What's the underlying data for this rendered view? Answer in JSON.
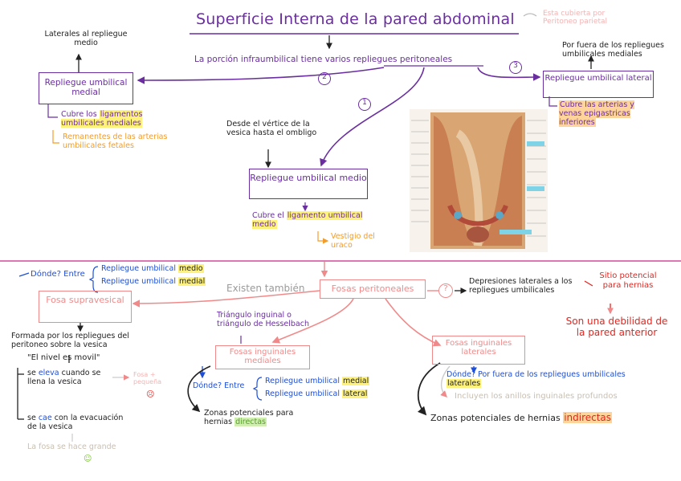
{
  "title": "Superficie Interna de la pared abdominal",
  "title_note": "Esta cubierta por Peritoneo parietal",
  "intro": "La porción infraumbilical tiene varios repliegues peritoneales",
  "markers": {
    "one": "1",
    "two": "2",
    "three": "3",
    "question": "?"
  },
  "medial_top_note": "Laterales al repliegue medio",
  "medial_fold": {
    "title": "Repliegue umbilical medial",
    "covers_prefix": "Cubre los",
    "covers_hl": "ligamentos umbilicales mediales",
    "remnant": "Remanentes de las arterias umbilicales fetales"
  },
  "median_fold": {
    "note": "Desde el vértice de la vesica hasta el ombligo",
    "title": "Repliegue umbilical medio",
    "covers_prefix": "Cubre el",
    "covers_hl": "ligamento umbilical medio",
    "remnant": "Vestigio del uraco"
  },
  "lateral_fold": {
    "top_note": "Por fuera de los repliegues umbilicales mediales",
    "title": "Repliegue umbilical lateral",
    "covers": "Cubre las arterias y venas epigastricas inferiores"
  },
  "fossae": {
    "exist": "Existen también",
    "title": "Fosas peritoneales",
    "definition": "Depresiones laterales a los repliegues umbilicales",
    "hernia_site": "Sitio potencial para hernias",
    "weakness": "Son una debilidad de la pared anterior"
  },
  "supravesical": {
    "title": "Fosa supravesical",
    "where": "Dónde? Entre",
    "between_1": "Repliegue umbilical",
    "between_1_tag": "medio",
    "between_2": "Repliegue umbilical",
    "between_2_tag": "medial",
    "formed": "Formada por los repliegues del peritoneo sobre la vesica",
    "mobile": "\"El nivel es movil\"",
    "rises_prefix": "se",
    "rises": "eleva",
    "rises_rest": "cuando se llena la vesica",
    "small": "Fosa + pequeña",
    "falls_prefix": "se",
    "falls": "cae",
    "falls_rest": "con la evacuación de la vesica",
    "big": "La fosa se hace grande"
  },
  "medial_inguinal": {
    "triangle": "Triángulo inguinal o triángulo de Hesselbach",
    "title": "Fosas inguinales mediales",
    "where": "Dónde? Entre",
    "between_1": "Repliegue umbilical",
    "between_1_tag": "medial",
    "between_2": "Repliegue umbilical",
    "between_2_tag": "lateral",
    "hernias_prefix": "Zonas potenciales para hernias",
    "hernias_hl": "directas"
  },
  "lateral_inguinal": {
    "title": "Fosas inguinales laterales",
    "where_prefix": "Dónde? Por fuera de los repliegues umbilicales",
    "where_hl": "laterales",
    "rings": "Incluyen los anillos inguinales profundos",
    "hernias_prefix": "Zonas potenciales de hernias",
    "hernias_hl": "indirectas"
  },
  "colors": {
    "purple": "#6a2ea0",
    "pink": "#f08a8a",
    "orange": "#f39c2a",
    "blue": "#1f4fd6",
    "red": "#e3261f"
  }
}
